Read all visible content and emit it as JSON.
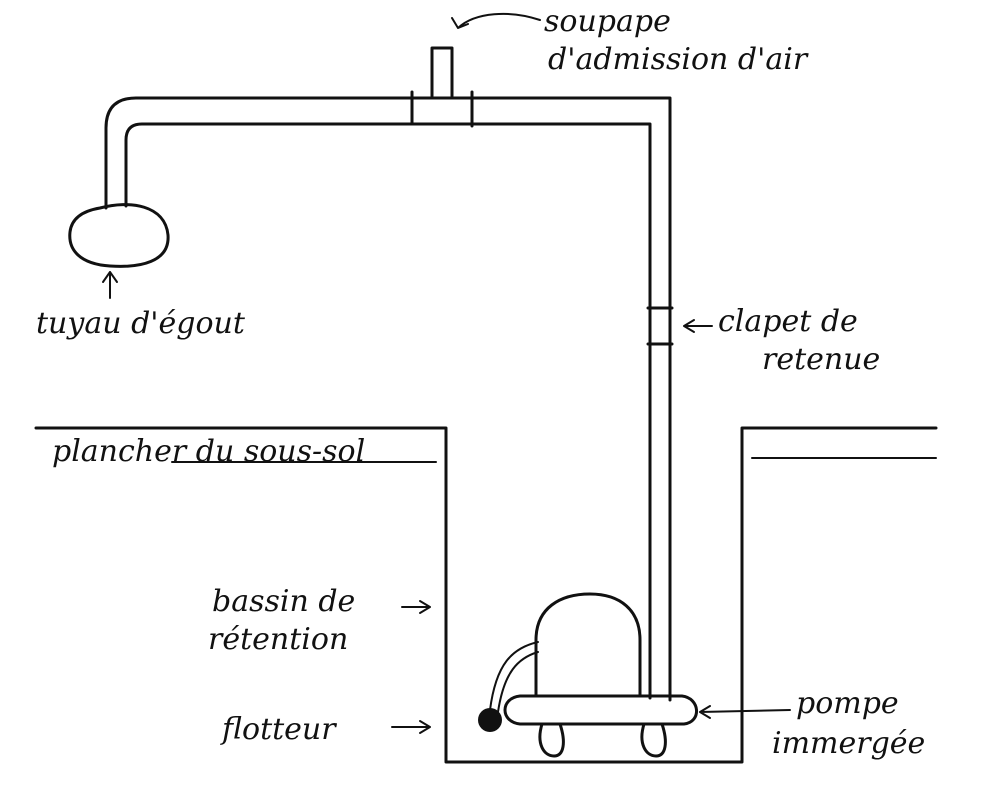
{
  "labels": {
    "air_valve_line1": "soupape",
    "air_valve_line2": "d'admission d'air",
    "sewer_pipe": "tuyau d'égout",
    "check_valve_line1": "clapet de",
    "check_valve_line2": "retenue",
    "basement_floor": "plancher du sous-sol",
    "retention_basin_line1": "bassin de",
    "retention_basin_line2": "rétention",
    "float": "flotteur",
    "pump_line1": "pompe",
    "pump_line2": "immergée"
  },
  "colors": {
    "ink": "#111111",
    "background": "#ffffff"
  }
}
